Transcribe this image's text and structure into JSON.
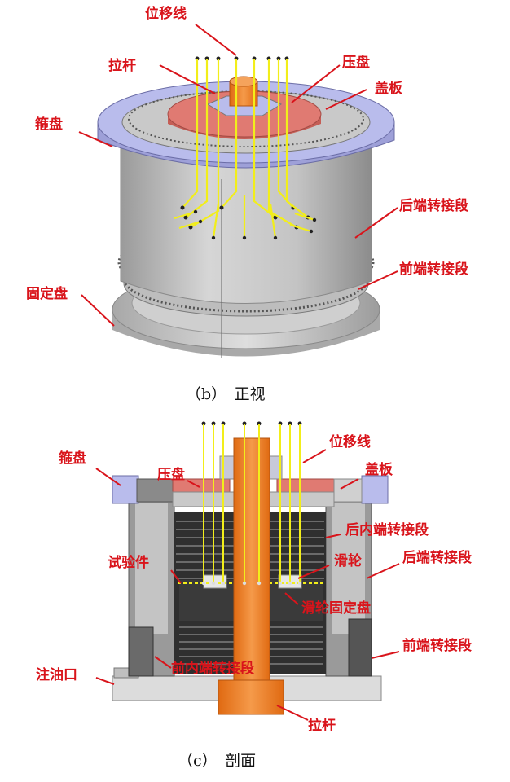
{
  "figure_b": {
    "caption": "（b）　正视",
    "labels": {
      "displacement_wire": "位移线",
      "pull_rod": "拉杆",
      "pressure_plate": "压盘",
      "cover_plate": "盖板",
      "hoop_plate": "箍盘",
      "rear_transition": "后端转接段",
      "front_transition": "前端转接段",
      "fixed_plate": "固定盘"
    }
  },
  "figure_c": {
    "caption": "（c）　剖面",
    "labels": {
      "hoop_plate": "箍盘",
      "pressure_plate": "压盘",
      "displacement_wire": "位移线",
      "cover_plate": "盖板",
      "rear_inner_transition": "后内端转接段",
      "test_piece": "试验件",
      "pulley": "滑轮",
      "rear_transition": "后端转接段",
      "pulley_fixed_plate": "滑轮固定盘",
      "front_transition": "前端转接段",
      "oil_inlet": "注油口",
      "front_inner_transition": "前内端转接段",
      "pull_rod": "拉杆"
    }
  },
  "colors": {
    "label_red": "#d9141b",
    "wire_yellow": "#f2ee1a",
    "rod_orange": "#f0781e",
    "plate_lavender": "#b9bcec",
    "plate_salmon": "#e07a72",
    "body_gray": "#c8c8c8"
  }
}
